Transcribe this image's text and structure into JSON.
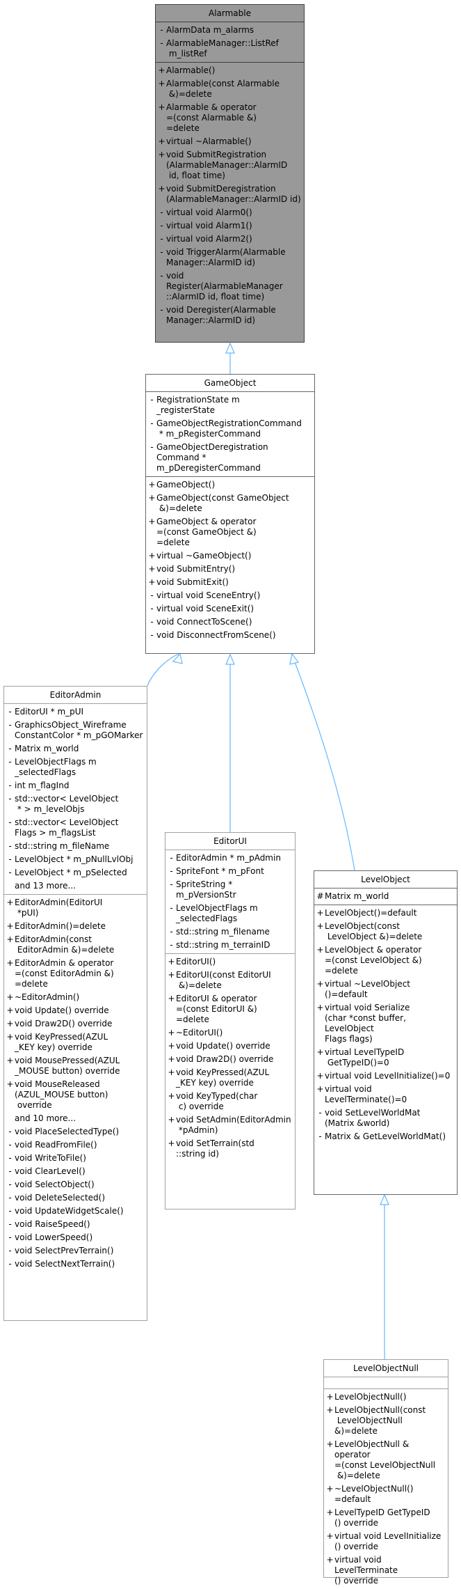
{
  "colors": {
    "edge": "#63b8ff",
    "highlight_fill": "#999999",
    "border": "#666666"
  },
  "classes": {
    "alarmable": {
      "name": "Alarmable",
      "attributes": [
        {
          "vis": "-",
          "text": "AlarmData m_alarms"
        },
        {
          "vis": "-",
          "text": "AlarmableManager::ListRef\n m_listRef"
        }
      ],
      "methods": [
        {
          "vis": "+",
          "text": "Alarmable()"
        },
        {
          "vis": "+",
          "text": "Alarmable(const Alarmable\n &)=delete"
        },
        {
          "vis": "+",
          "text": "Alarmable & operator\n=(const Alarmable &)\n=delete"
        },
        {
          "vis": "+",
          "text": "virtual ~Alarmable()"
        },
        {
          "vis": "+",
          "text": "void SubmitRegistration\n(AlarmableManager::AlarmID\n id, float time)"
        },
        {
          "vis": "+",
          "text": "void SubmitDeregistration\n(AlarmableManager::AlarmID id)"
        },
        {
          "vis": "-",
          "text": "virtual void Alarm0()"
        },
        {
          "vis": "-",
          "text": "virtual void Alarm1()"
        },
        {
          "vis": "-",
          "text": "virtual void Alarm2()"
        },
        {
          "vis": "-",
          "text": "void TriggerAlarm(Alarmable\nManager::AlarmID id)"
        },
        {
          "vis": "-",
          "text": "void Register(AlarmableManager\n::AlarmID id, float time)"
        },
        {
          "vis": "-",
          "text": "void Deregister(Alarmable\nManager::AlarmID id)"
        }
      ]
    },
    "gameobject": {
      "name": "GameObject",
      "attributes": [
        {
          "vis": "-",
          "text": "RegistrationState m\n_registerState"
        },
        {
          "vis": "-",
          "text": "GameObjectRegistrationCommand\n * m_pRegisterCommand"
        },
        {
          "vis": "-",
          "text": "GameObjectDeregistration\nCommand * m_pDeregisterCommand"
        }
      ],
      "methods": [
        {
          "vis": "+",
          "text": "GameObject()"
        },
        {
          "vis": "+",
          "text": "GameObject(const GameObject\n &)=delete"
        },
        {
          "vis": "+",
          "text": "GameObject & operator\n=(const GameObject &)\n=delete"
        },
        {
          "vis": "+",
          "text": "virtual ~GameObject()"
        },
        {
          "vis": "+",
          "text": "void SubmitEntry()"
        },
        {
          "vis": "+",
          "text": "void SubmitExit()"
        },
        {
          "vis": "-",
          "text": "virtual void SceneEntry()"
        },
        {
          "vis": "-",
          "text": "virtual void SceneExit()"
        },
        {
          "vis": "-",
          "text": "void ConnectToScene()"
        },
        {
          "vis": "-",
          "text": "void DisconnectFromScene()"
        }
      ]
    },
    "editoradmin": {
      "name": "EditorAdmin",
      "attributes": [
        {
          "vis": "-",
          "text": "EditorUI * m_pUI"
        },
        {
          "vis": "-",
          "text": "GraphicsObject_Wireframe\nConstantColor * m_pGOMarker"
        },
        {
          "vis": "-",
          "text": "Matrix m_world"
        },
        {
          "vis": "-",
          "text": "LevelObjectFlags m\n_selectedFlags"
        },
        {
          "vis": "-",
          "text": "int m_flagInd"
        },
        {
          "vis": "-",
          "text": "std::vector< LevelObject\n * > m_levelObjs"
        },
        {
          "vis": "-",
          "text": "std::vector< LevelObject\nFlags > m_flagsList"
        },
        {
          "vis": "-",
          "text": "std::string m_fileName"
        },
        {
          "vis": "-",
          "text": "LevelObject * m_pNullLvlObj"
        },
        {
          "vis": "-",
          "text": "LevelObject * m_pSelected"
        },
        {
          "vis": "",
          "text": "and 13 more..."
        }
      ],
      "methods": [
        {
          "vis": "+",
          "text": "EditorAdmin(EditorUI\n *pUI)"
        },
        {
          "vis": "+",
          "text": "EditorAdmin()=delete"
        },
        {
          "vis": "+",
          "text": "EditorAdmin(const\n EditorAdmin &)=delete"
        },
        {
          "vis": "+",
          "text": "EditorAdmin & operator\n=(const EditorAdmin &)\n=delete"
        },
        {
          "vis": "+",
          "text": "~EditorAdmin()"
        },
        {
          "vis": "+",
          "text": "void Update() override"
        },
        {
          "vis": "+",
          "text": "void Draw2D() override"
        },
        {
          "vis": "+",
          "text": "void KeyPressed(AZUL\n_KEY key) override"
        },
        {
          "vis": "+",
          "text": "void MousePressed(AZUL\n_MOUSE button) override"
        },
        {
          "vis": "+",
          "text": "void MouseReleased\n(AZUL_MOUSE button)\n override"
        },
        {
          "vis": "",
          "text": "and 10 more..."
        },
        {
          "vis": "-",
          "text": "void PlaceSelectedType()"
        },
        {
          "vis": "-",
          "text": "void ReadFromFile()"
        },
        {
          "vis": "-",
          "text": "void WriteToFile()"
        },
        {
          "vis": "-",
          "text": "void ClearLevel()"
        },
        {
          "vis": "-",
          "text": "void SelectObject()"
        },
        {
          "vis": "-",
          "text": "void DeleteSelected()"
        },
        {
          "vis": "-",
          "text": "void UpdateWidgetScale()"
        },
        {
          "vis": "-",
          "text": "void RaiseSpeed()"
        },
        {
          "vis": "-",
          "text": "void LowerSpeed()"
        },
        {
          "vis": "-",
          "text": "void SelectPrevTerrain()"
        },
        {
          "vis": "-",
          "text": "void SelectNextTerrain()"
        }
      ]
    },
    "editorui": {
      "name": "EditorUI",
      "attributes": [
        {
          "vis": "-",
          "text": "EditorAdmin * m_pAdmin"
        },
        {
          "vis": "-",
          "text": "SpriteFont * m_pFont"
        },
        {
          "vis": "-",
          "text": "SpriteString * m_pVersionStr"
        },
        {
          "vis": "-",
          "text": "LevelObjectFlags m\n_selectedFlags"
        },
        {
          "vis": "-",
          "text": "std::string m_filename"
        },
        {
          "vis": "-",
          "text": "std::string m_terrainID"
        }
      ],
      "methods": [
        {
          "vis": "+",
          "text": "EditorUI()"
        },
        {
          "vis": "+",
          "text": "EditorUI(const EditorUI\n &)=delete"
        },
        {
          "vis": "+",
          "text": "EditorUI & operator\n=(const EditorUI &)\n=delete"
        },
        {
          "vis": "+",
          "text": "~EditorUI()"
        },
        {
          "vis": "+",
          "text": "void Update() override"
        },
        {
          "vis": "+",
          "text": "void Draw2D() override"
        },
        {
          "vis": "+",
          "text": "void KeyPressed(AZUL\n_KEY key) override"
        },
        {
          "vis": "+",
          "text": "void KeyTyped(char\n c) override"
        },
        {
          "vis": "+",
          "text": "void SetAdmin(EditorAdmin\n *pAdmin)"
        },
        {
          "vis": "+",
          "text": "void SetTerrain(std\n::string id)"
        }
      ]
    },
    "levelobject": {
      "name": "LevelObject",
      "attributes": [
        {
          "vis": "#",
          "text": "Matrix m_world"
        }
      ],
      "methods": [
        {
          "vis": "+",
          "text": "LevelObject()=default"
        },
        {
          "vis": "+",
          "text": "LevelObject(const\n LevelObject &)=delete"
        },
        {
          "vis": "+",
          "text": "LevelObject & operator\n=(const LevelObject &)\n=delete"
        },
        {
          "vis": "+",
          "text": "virtual ~LevelObject\n()=default"
        },
        {
          "vis": "+",
          "text": "virtual void Serialize\n(char *const buffer, LevelObject\nFlags flags)"
        },
        {
          "vis": "+",
          "text": "virtual LevelTypeID\n GetTypeID()=0"
        },
        {
          "vis": "+",
          "text": "virtual void LevelInitialize()=0"
        },
        {
          "vis": "+",
          "text": "virtual void LevelTerminate()=0"
        },
        {
          "vis": "-",
          "text": "void SetLevelWorldMat\n(Matrix &world)"
        },
        {
          "vis": "-",
          "text": "Matrix & GetLevelWorldMat()"
        }
      ]
    },
    "levelobjectnull": {
      "name": "LevelObjectNull",
      "attributes": [],
      "methods": [
        {
          "vis": "+",
          "text": "LevelObjectNull()"
        },
        {
          "vis": "+",
          "text": "LevelObjectNull(const\n LevelObjectNull &)=delete"
        },
        {
          "vis": "+",
          "text": "LevelObjectNull & operator\n=(const LevelObjectNull\n &)=delete"
        },
        {
          "vis": "+",
          "text": "~LevelObjectNull()\n=default"
        },
        {
          "vis": "+",
          "text": "LevelTypeID GetTypeID\n() override"
        },
        {
          "vis": "+",
          "text": "virtual void LevelInitialize\n() override"
        },
        {
          "vis": "+",
          "text": "virtual void LevelTerminate\n() override"
        }
      ]
    }
  }
}
